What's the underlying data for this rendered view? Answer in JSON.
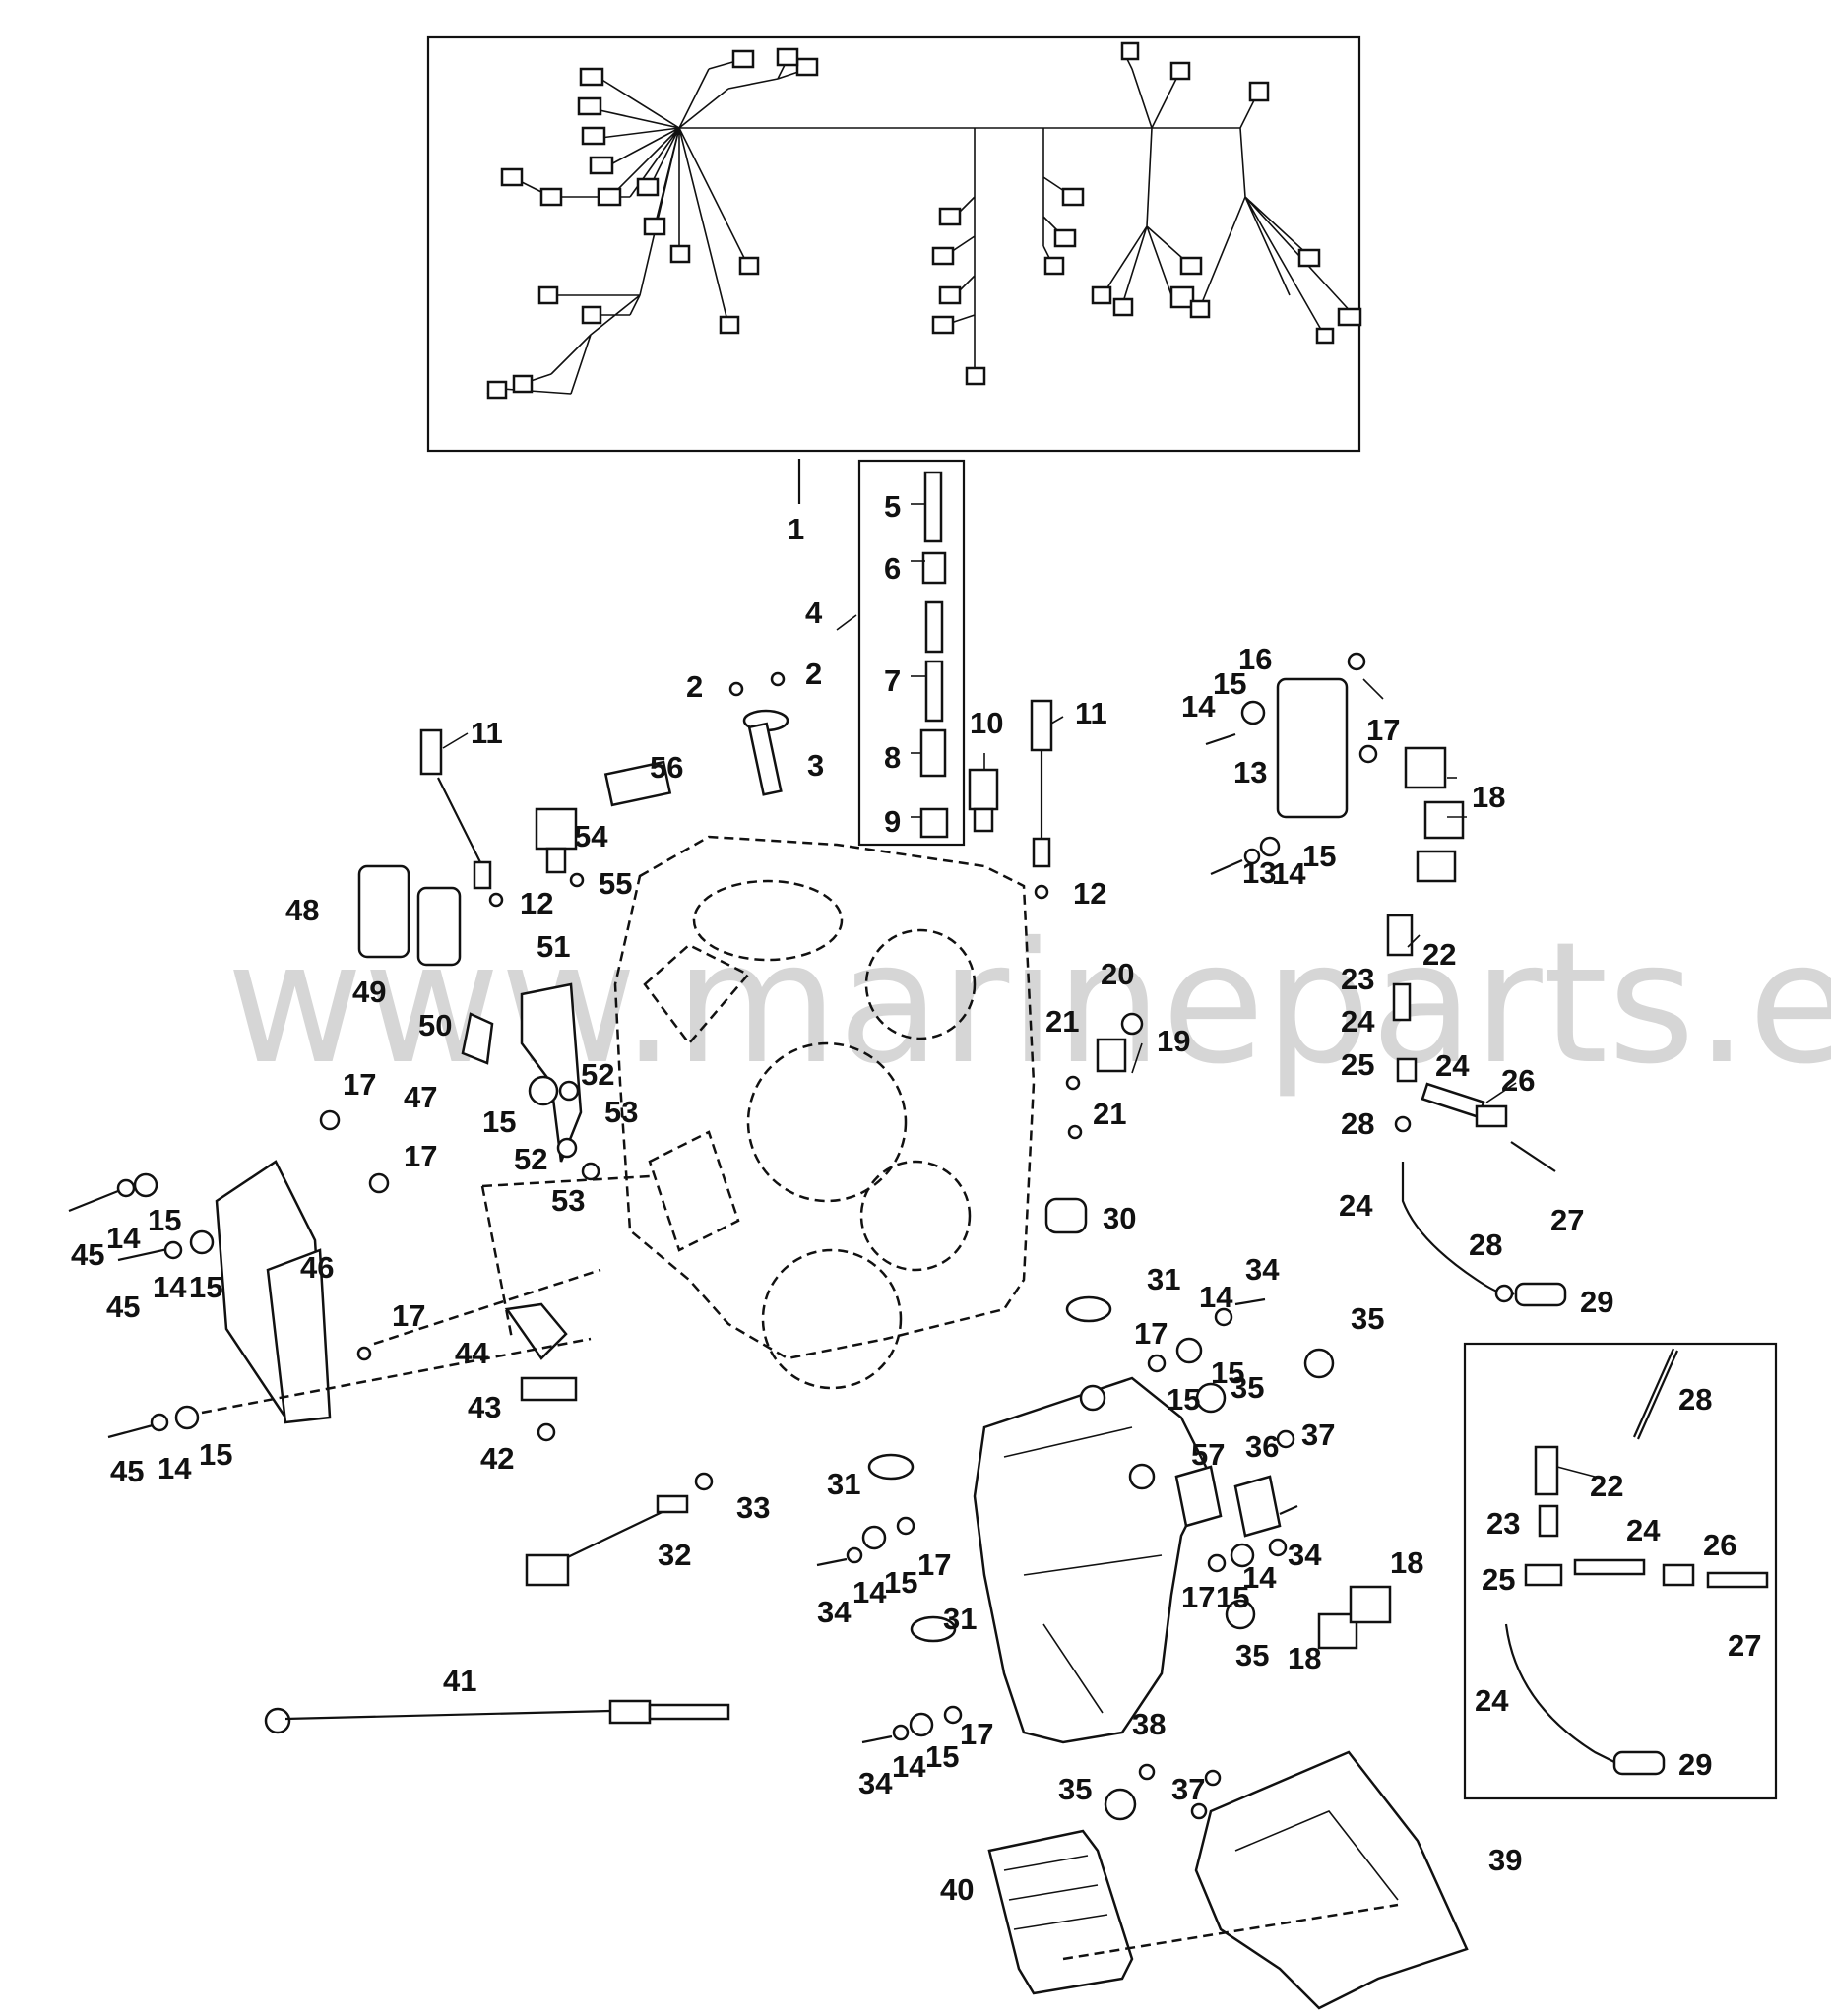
{
  "watermark": "www.marineparts.eu",
  "callouts": {
    "c1": "1",
    "c2a": "2",
    "c2b": "2",
    "c3": "3",
    "c4": "4",
    "c5": "5",
    "c6": "6",
    "c7": "7",
    "c8": "8",
    "c9": "9",
    "c10": "10",
    "c11a": "11",
    "c11b": "11",
    "c12a": "12",
    "c12b": "12",
    "c13a": "13",
    "c13b": "13",
    "c14a": "14",
    "c14b": "14",
    "c14c": "14",
    "c14d": "14",
    "c14e": "14",
    "c14f": "14",
    "c14g": "14",
    "c14h": "14",
    "c14i": "14",
    "c15a": "15",
    "c15b": "15",
    "c15c": "15",
    "c15d": "15",
    "c15e": "15",
    "c15f": "15",
    "c15g": "15",
    "c15h": "15",
    "c15i": "15",
    "c15j": "15",
    "c15k": "15",
    "c16": "16",
    "c17a": "17",
    "c17b": "17",
    "c17c": "17",
    "c17d": "17",
    "c17e": "17",
    "c17f": "17",
    "c17g": "17",
    "c17h": "17",
    "c18a": "18",
    "c18b": "18",
    "c18c": "18",
    "c19": "19",
    "c20": "20",
    "c21a": "21",
    "c21b": "21",
    "c22a": "22",
    "c22b": "22",
    "c23a": "23",
    "c23b": "23",
    "c24a": "24",
    "c24b": "24",
    "c24c": "24",
    "c24d": "24",
    "c24e": "24",
    "c25a": "25",
    "c25b": "25",
    "c26a": "26",
    "c26b": "26",
    "c27a": "27",
    "c27b": "27",
    "c28a": "28",
    "c28b": "28",
    "c28c": "28",
    "c29a": "29",
    "c29b": "29",
    "c30": "30",
    "c31a": "31",
    "c31b": "31",
    "c31c": "31",
    "c32": "32",
    "c33": "33",
    "c34a": "34",
    "c34b": "34",
    "c34c": "34",
    "c34d": "34",
    "c35a": "35",
    "c35b": "35",
    "c35c": "35",
    "c35d": "35",
    "c36": "36",
    "c37a": "37",
    "c37b": "37",
    "c38": "38",
    "c39": "39",
    "c40": "40",
    "c41": "41",
    "c42": "42",
    "c43": "43",
    "c44": "44",
    "c45a": "45",
    "c45b": "45",
    "c45c": "45",
    "c46": "46",
    "c47": "47",
    "c48": "48",
    "c49": "49",
    "c50": "50",
    "c51": "51",
    "c52a": "52",
    "c52b": "52",
    "c53a": "53",
    "c53b": "53",
    "c54": "54",
    "c55": "55",
    "c56": "56",
    "c57": "57"
  }
}
